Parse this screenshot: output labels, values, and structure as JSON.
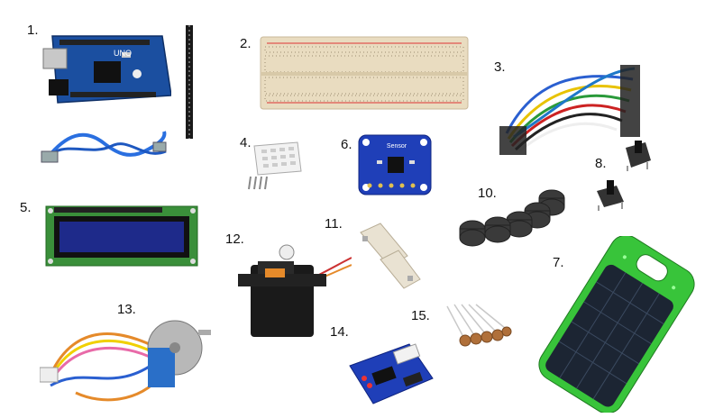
{
  "labels": {
    "l1": "1.",
    "l2": "2.",
    "l3": "3.",
    "l4": "4.",
    "l5": "5.",
    "l6": "6.",
    "l7": "7.",
    "l8": "8.",
    "l10": "10.",
    "l11": "11.",
    "l12": "12.",
    "l13": "13.",
    "l14": "14.",
    "l15": "15."
  },
  "board": {
    "model": "UNO"
  },
  "sensor_board": {
    "name": "Sensor"
  },
  "colors": {
    "arduino_blue": "#1b4fa0",
    "breadboard_beige": "#e9dcc0",
    "lcd_green": "#3a8f3a",
    "lcd_screen": "#1e2a8a",
    "powerbank_green": "#38c43a",
    "solar_panel": "#1c2533"
  }
}
